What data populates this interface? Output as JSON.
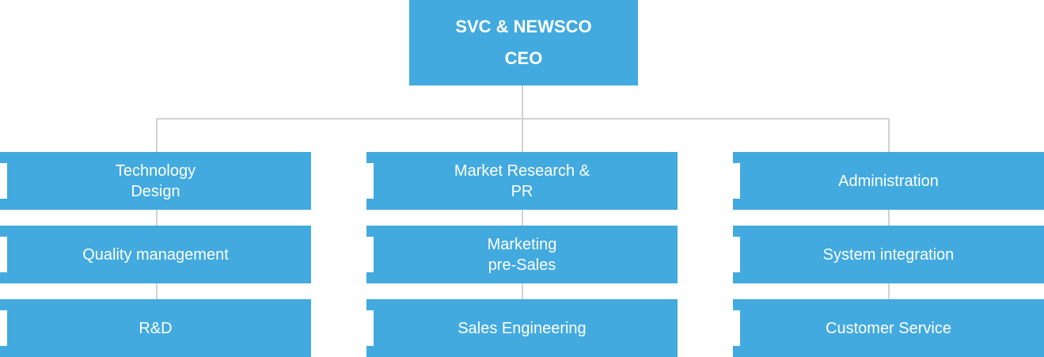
{
  "ceo": {
    "line1": "SVC & NEWSCO",
    "line2": "CEO"
  },
  "columns": [
    {
      "items": [
        {
          "label": "Technology\nDesign"
        },
        {
          "label": "Quality management"
        },
        {
          "label": "R&D"
        }
      ]
    },
    {
      "items": [
        {
          "label": "Market Research &\nPR"
        },
        {
          "label": "Marketing\npre-Sales"
        },
        {
          "label": "Sales Engineering"
        }
      ]
    },
    {
      "items": [
        {
          "label": "Administration"
        },
        {
          "label": "System integration"
        },
        {
          "label": "Customer Service"
        }
      ]
    }
  ],
  "colors": {
    "box": "#42aadf",
    "connector": "#d2d2d2",
    "text": "#ffffff"
  }
}
